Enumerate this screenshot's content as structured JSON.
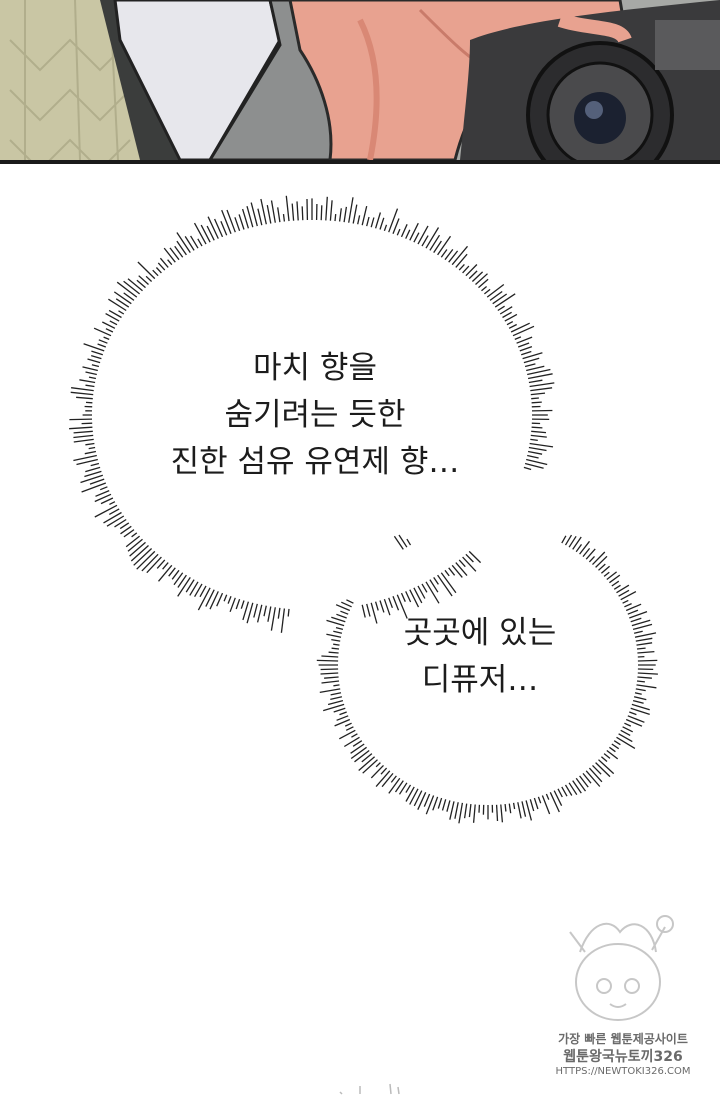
{
  "comic": {
    "bubble_1": {
      "lines": [
        "마치 향을",
        "숨기려는 듯한",
        "진한 섬유 유연제 향…"
      ]
    },
    "bubble_2": {
      "lines": [
        "곳곳에 있는",
        "디퓨저…"
      ]
    }
  },
  "watermark": {
    "line1": "가장 빠른 웹툰제공사이트",
    "line2": "웹툰왕국뉴토끼326",
    "line3": "HTTPS://NEWTOKI326.COM"
  },
  "colors": {
    "skin": "#e8a290",
    "shirt": "#e9e9ee",
    "suit": "#8f9190",
    "background_green": "#c8c4a2",
    "camera": "#3a3a3c"
  }
}
